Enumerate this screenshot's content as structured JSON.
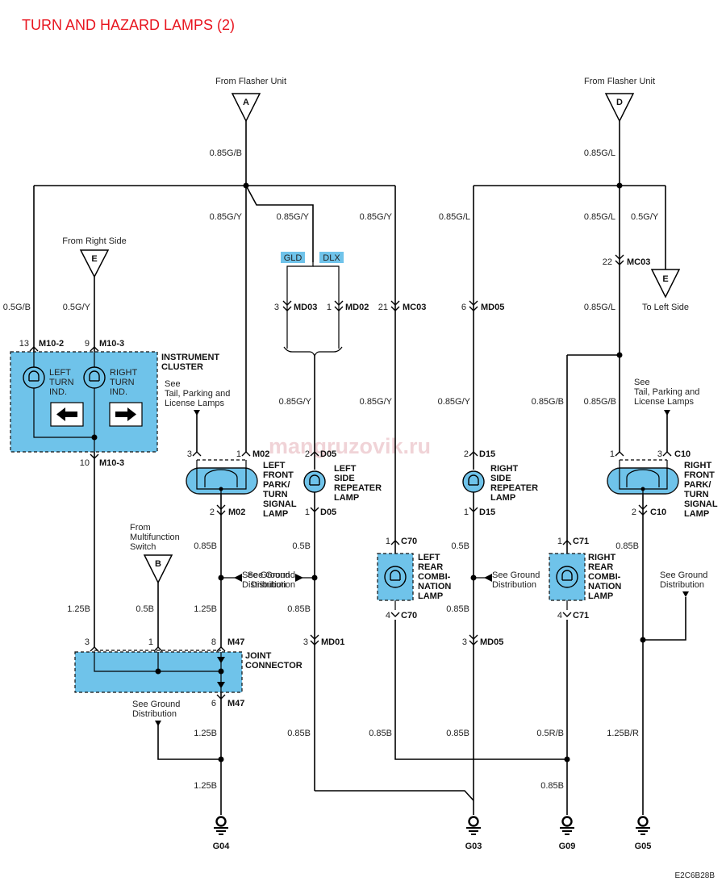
{
  "title": "TURN AND HAZARD LAMPS (2)",
  "figure_code": "E2C6B28B",
  "watermark": "mangruzovik.ru",
  "colors": {
    "title": "#e8141e",
    "component_fill": "#6fc3ea"
  },
  "sources": {
    "flasher_a": {
      "label": "From Flasher Unit",
      "letter": "A"
    },
    "flasher_d": {
      "label": "From Flasher Unit",
      "letter": "D"
    },
    "right_side_e": {
      "label": "From Right Side",
      "letter": "E"
    },
    "left_side_e": {
      "label": "To Left Side",
      "letter": "E"
    },
    "multifunction_b": {
      "line1": "From",
      "line2": "Multifunction",
      "line3": "Switch",
      "letter": "B"
    }
  },
  "variants": {
    "gld": "GLD",
    "dlx": "DLX"
  },
  "wires": {
    "a_main": "0.85G/B",
    "d_main": "0.85G/L",
    "a_cluster": "0.5G/B",
    "e_cluster": "0.5G/Y",
    "a_m02": "0.85G/Y",
    "a_md": "0.85G/Y",
    "a_mc03": "0.85G/Y",
    "d_md05": "0.85G/L",
    "d_mc03": "0.85G/L",
    "d_e": "0.5G/Y",
    "d_below_mc03": "0.85G/L",
    "md_to_d05": "0.85G/Y",
    "mc03_to_c70": "0.85G/Y",
    "md05_to_d15": "0.85G/Y",
    "d_to_c71": "0.85G/B",
    "d_to_c10": "0.85G/B",
    "m02_down": "0.85B",
    "d05_down": "0.5B",
    "d15_down": "0.5B",
    "c10_down": "0.85B",
    "m10_down": "1.25B",
    "b_down": "0.5B",
    "m02_to_m47": "1.25B",
    "d05_to_md01": "0.85B",
    "d15_to_md05": "0.85B",
    "m47_out": "1.25B",
    "m47_to_g04": "1.25B",
    "md01_down": "0.85B",
    "c70_down": "0.85B",
    "md05_down": "0.85B",
    "c71_down": "0.5R/B",
    "c10_to_g05": "1.25B/R",
    "to_g09": "0.85B"
  },
  "connectors": {
    "m10_2": {
      "pin": "13",
      "id": "M10-2"
    },
    "m10_3_top": {
      "pin": "9",
      "id": "M10-3"
    },
    "m10_3_bottom": {
      "pin": "10",
      "id": "M10-3"
    },
    "md03": {
      "pin": "3",
      "id": "MD03"
    },
    "md02": {
      "pin": "1",
      "id": "MD02"
    },
    "mc03_left": {
      "pin": "21",
      "id": "MC03"
    },
    "md05_top": {
      "pin": "6",
      "id": "MD05"
    },
    "mc03_right": {
      "pin": "22",
      "id": "MC03"
    },
    "m02_pin3": "3",
    "m02_pin1": {
      "pin": "1",
      "id": "M02"
    },
    "m02_pin2": {
      "pin": "2",
      "id": "M02"
    },
    "d05_top": {
      "pin": "2",
      "id": "D05"
    },
    "d05_bottom": {
      "pin": "1",
      "id": "D05"
    },
    "d15_top": {
      "pin": "2",
      "id": "D15"
    },
    "d15_bottom": {
      "pin": "1",
      "id": "D15"
    },
    "c10_pin1": "1",
    "c10_pin3": {
      "pin": "3",
      "id": "C10"
    },
    "c10_pin2": {
      "pin": "2",
      "id": "C10"
    },
    "c70_top": {
      "pin": "1",
      "id": "C70"
    },
    "c70_bottom": {
      "pin": "4",
      "id": "C70"
    },
    "c71_top": {
      "pin": "1",
      "id": "C71"
    },
    "c71_bottom": {
      "pin": "4",
      "id": "C71"
    },
    "m47_pin3": "3",
    "m47_pin1": "1",
    "m47_pin8": {
      "pin": "8",
      "id": "M47"
    },
    "m47_pin6": {
      "pin": "6",
      "id": "M47"
    },
    "md01": {
      "pin": "3",
      "id": "MD01"
    },
    "md05_bottom": {
      "pin": "3",
      "id": "MD05"
    }
  },
  "components": {
    "cluster": {
      "line1": "INSTRUMENT",
      "line2": "CLUSTER",
      "left_line1": "LEFT",
      "left_line2": "TURN",
      "left_line3": "IND.",
      "right_line1": "RIGHT",
      "right_line2": "TURN",
      "right_line3": "IND."
    },
    "left_front": [
      "LEFT",
      "FRONT",
      "PARK/",
      "TURN",
      "SIGNAL",
      "LAMP"
    ],
    "left_side": [
      "LEFT",
      "SIDE",
      "REPEATER",
      "LAMP"
    ],
    "right_side": [
      "RIGHT",
      "SIDE",
      "REPEATER",
      "LAMP"
    ],
    "right_front": [
      "RIGHT",
      "FRONT",
      "PARK/",
      "TURN",
      "SIGNAL",
      "LAMP"
    ],
    "left_rear": [
      "LEFT",
      "REAR",
      "COMBI-",
      "NATION",
      "LAMP"
    ],
    "right_rear": [
      "RIGHT",
      "REAR",
      "COMBI-",
      "NATION",
      "LAMP"
    ],
    "joint": {
      "line1": "JOINT",
      "line2": "CONNECTOR"
    }
  },
  "refs": {
    "tail_left": [
      "See",
      "Tail, Parking and",
      "License Lamps"
    ],
    "tail_right": [
      "See",
      "Tail, Parking and",
      "License Lamps"
    ],
    "ground_1": [
      "See Ground",
      "Distribution"
    ],
    "ground_2": [
      "See Ground",
      "Distribution"
    ],
    "ground_3": [
      "See Ground",
      "Distribution"
    ],
    "ground_4": [
      "See Ground",
      "Distribution"
    ],
    "ground_5": [
      "See Ground",
      "Distribution"
    ]
  },
  "grounds": {
    "g04": "G04",
    "g03": "G03",
    "g09": "G09",
    "g05": "G05"
  }
}
